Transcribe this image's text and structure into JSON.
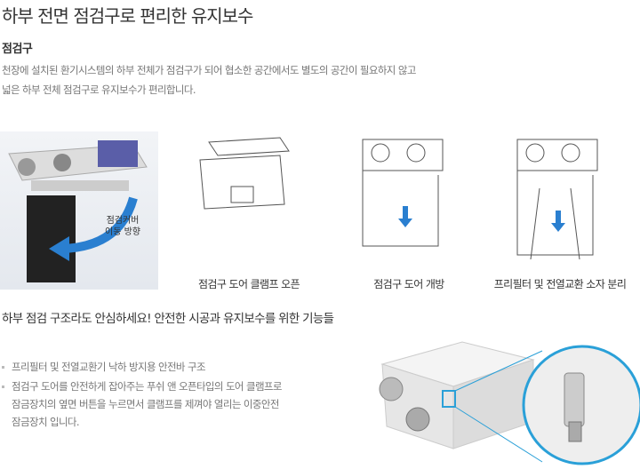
{
  "title": "하부 전면 점검구로 편리한 유지보수",
  "section1": {
    "heading": "점검구",
    "desc": [
      "천장에 설치된 환기시스템의 하부 전체가 점검구가 되어 협소한 공간에서도 별도의 공간이 필요하지 않고",
      "넓은 하부 전체 점검구로 유지보수가 편리합니다."
    ],
    "photo_label": [
      "점검커버",
      "이동 방향"
    ],
    "steps": [
      "점검구 도어 클램프 오픈",
      "점검구 도어 개방",
      "프리필터 및 전열교환 소자 분리"
    ],
    "arrow_color": "#2a7fd0"
  },
  "section2": {
    "heading": "하부 점검 구조라도 안심하세요! 안전한 시공과 유지보수를 위한 기능들",
    "bullets": [
      {
        "lines": [
          "프리필터 및 전열교환기 낙하 방지용 안전바 구조"
        ]
      },
      {
        "lines": [
          "점검구 도어를 안전하게 잡아주는 푸쉬 앤 오픈타입의 도어 클램프로",
          "잠금장치의 옆면 버튼을 누르면서 클램프를 제껴야 열리는 이중안전",
          "잠금장치 입니다."
        ]
      }
    ],
    "zoom_circle_color": "#2aa0d8"
  }
}
